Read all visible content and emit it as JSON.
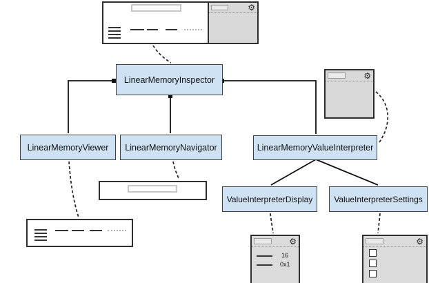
{
  "diagram": {
    "nodes": {
      "inspector": {
        "label": "LinearMemoryInspector"
      },
      "viewer": {
        "label": "LinearMemoryViewer"
      },
      "navigator": {
        "label": "LinearMemoryNavigator"
      },
      "interpreter": {
        "label": "LinearMemoryValueInterpreter"
      },
      "display": {
        "label": "ValueInterpreterDisplay"
      },
      "settings": {
        "label": "ValueInterpreterSettings"
      }
    },
    "interpreter_window": {
      "row1_value": "16",
      "row2_value": "0x1"
    },
    "icons": {
      "gear": "⚙"
    },
    "colors": {
      "node_fill": "#cfe2f3",
      "node_border": "#404040",
      "window_gray": "#d9d9d9",
      "connector": "#111111"
    }
  }
}
